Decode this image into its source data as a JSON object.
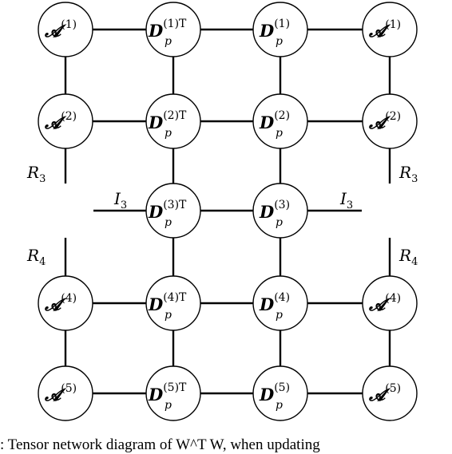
{
  "nodes": [
    {
      "id": "a1-left",
      "base": "𝓐",
      "sup": "(1)",
      "sub": ""
    },
    {
      "id": "dt1",
      "base": "D",
      "sup": "(1)T",
      "sub": "p"
    },
    {
      "id": "d1",
      "base": "D",
      "sup": "(1)",
      "sub": "p"
    },
    {
      "id": "a1-right",
      "base": "𝓐",
      "sup": "(1)",
      "sub": ""
    },
    {
      "id": "a2-left",
      "base": "𝓐",
      "sup": "(2)",
      "sub": ""
    },
    {
      "id": "dt2",
      "base": "D",
      "sup": "(2)T",
      "sub": "p"
    },
    {
      "id": "d2",
      "base": "D",
      "sup": "(2)",
      "sub": "p"
    },
    {
      "id": "a2-right",
      "base": "𝓐",
      "sup": "(2)",
      "sub": ""
    },
    {
      "id": "dt3",
      "base": "D",
      "sup": "(3)T",
      "sub": "p"
    },
    {
      "id": "d3",
      "base": "D",
      "sup": "(3)",
      "sub": "p"
    },
    {
      "id": "a4-left",
      "base": "𝓐",
      "sup": "(4)",
      "sub": ""
    },
    {
      "id": "dt4",
      "base": "D",
      "sup": "(4)T",
      "sub": "p"
    },
    {
      "id": "d4",
      "base": "D",
      "sup": "(4)",
      "sub": "p"
    },
    {
      "id": "a4-right",
      "base": "𝓐",
      "sup": "(4)",
      "sub": ""
    },
    {
      "id": "a5-left",
      "base": "𝓐",
      "sup": "(5)",
      "sub": ""
    },
    {
      "id": "dt5",
      "base": "D",
      "sup": "(5)T",
      "sub": "p"
    },
    {
      "id": "d5",
      "base": "D",
      "sup": "(5)",
      "sub": "p"
    },
    {
      "id": "a5-right",
      "base": "𝓐",
      "sup": "(5)",
      "sub": ""
    }
  ],
  "edge_labels": [
    {
      "id": "r3-left",
      "base": "R",
      "sub": "3"
    },
    {
      "id": "r3-right",
      "base": "R",
      "sub": "3"
    },
    {
      "id": "i3-left",
      "base": "I",
      "sub": "3"
    },
    {
      "id": "i3-right",
      "base": "I",
      "sub": "3"
    },
    {
      "id": "r4-left",
      "base": "R",
      "sub": "4"
    },
    {
      "id": "r4-right",
      "base": "R",
      "sub": "4"
    }
  ],
  "caption": ": Tensor network diagram of W^T W, when updating"
}
